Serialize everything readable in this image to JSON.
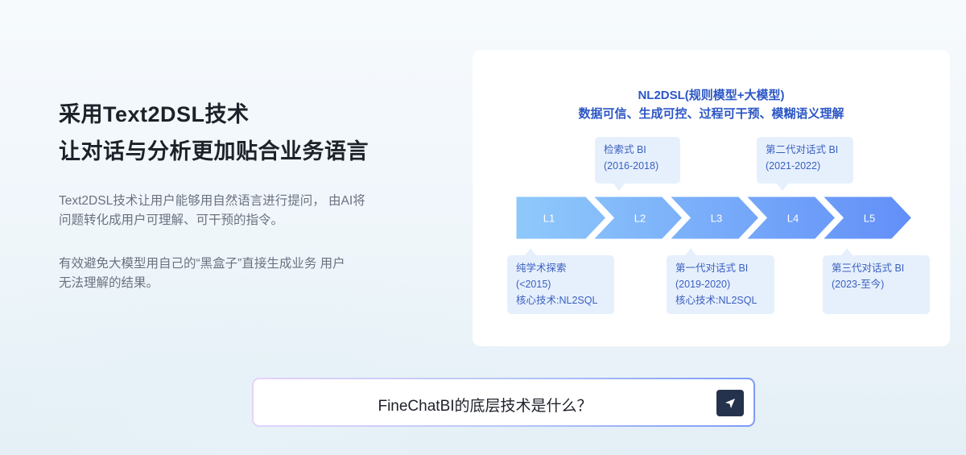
{
  "heading": {
    "line1": "采用Text2DSL技术",
    "line2": "让对话与分析更加贴合业务语言"
  },
  "paragraphs": [
    {
      "line1": "Text2DSL技术让用户能够用自然语言进行提问， 由AI将",
      "line2": "问题转化成用户可理解、可干预的指令。"
    },
    {
      "line1": "有效避免大模型用自己的“黑盒子”直接生成业务 用户",
      "line2": "无法理解的结果。"
    }
  ],
  "card": {
    "title1": "NL2DSL(规则模型+大模型)",
    "title2": "数据可信、生成可控、过程可干预、模糊语义理解",
    "levels": [
      "L1",
      "L2",
      "L3",
      "L4",
      "L5"
    ],
    "colors": {
      "start": "#8fc9fb",
      "end": "#628ff8"
    },
    "callouts": [
      {
        "level": "L1",
        "lines": [
          "纯学术探索",
          "(<2015)",
          "核心技术:NL2SQL"
        ]
      },
      {
        "level": "L2",
        "lines": [
          "检索式 BI",
          "(2016-2018)"
        ]
      },
      {
        "level": "L3",
        "lines": [
          "第一代对话式 BI",
          "(2019-2020)",
          "核心技术:NL2SQL"
        ]
      },
      {
        "level": "L4",
        "lines": [
          "第二代对话式 BI",
          "(2021-2022)"
        ]
      },
      {
        "level": "L5",
        "lines": [
          "第三代对话式 BI",
          "(2023-至今)"
        ]
      }
    ]
  },
  "chat": {
    "question": "FineChatBI的底层技术是什么？",
    "send_icon": "send-icon"
  }
}
